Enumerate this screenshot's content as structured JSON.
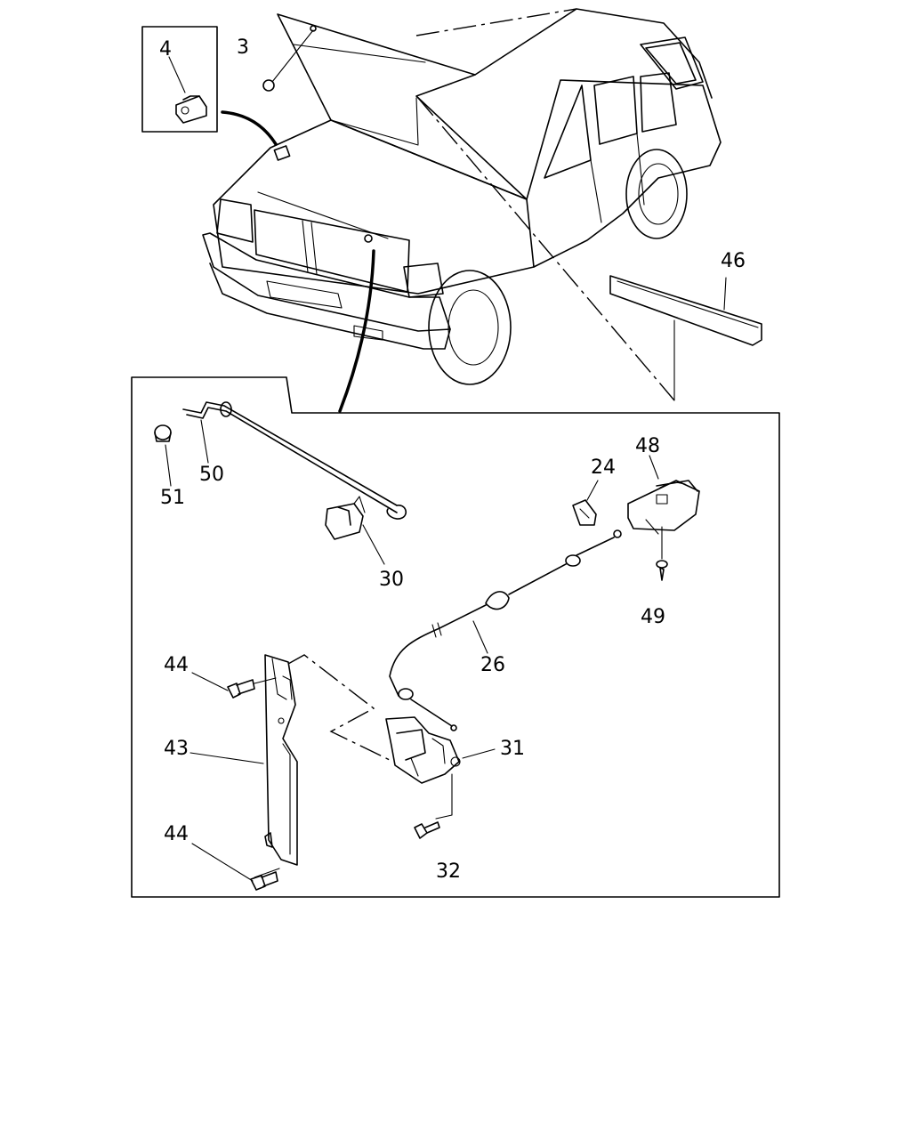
{
  "callouts": {
    "c3": "3",
    "c4": "4",
    "c24": "24",
    "c26": "26",
    "c30": "30",
    "c31": "31",
    "c32": "32",
    "c43": "43",
    "c44a": "44",
    "c44b": "44",
    "c46": "46",
    "c48": "48",
    "c49": "49",
    "c50": "50",
    "c51": "51"
  }
}
